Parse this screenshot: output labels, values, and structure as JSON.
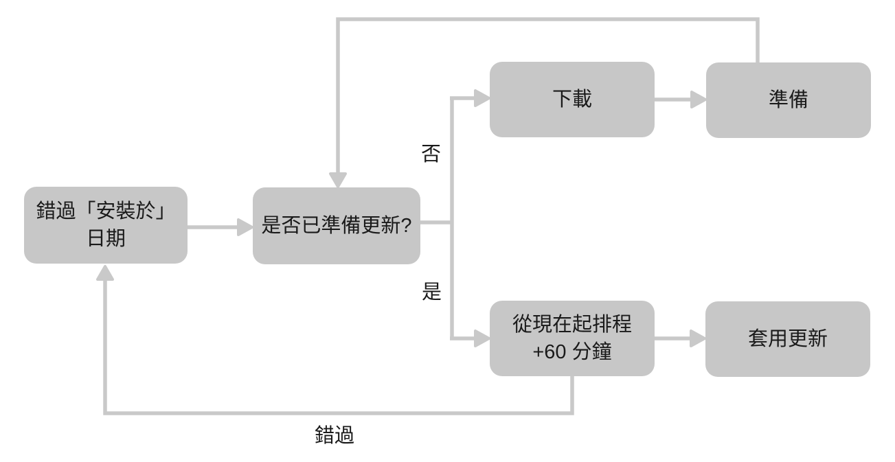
{
  "nodes": {
    "missed_install_date": {
      "label": "錯過「安裝於」\n日期"
    },
    "update_ready_question": {
      "label": "是否已準備更新?"
    },
    "download": {
      "label": "下載"
    },
    "prepare": {
      "label": "準備"
    },
    "schedule_plus_60_min": {
      "label": "從現在起排程\n+60 分鐘"
    },
    "apply_update": {
      "label": "套用更新"
    }
  },
  "edge_labels": {
    "no": "否",
    "yes": "是",
    "missed": "錯過"
  },
  "colors": {
    "background": "#ffffff",
    "node_fill": "#c7c7c7",
    "connector": "#c9c9c9",
    "text": "#1a1a1a"
  }
}
